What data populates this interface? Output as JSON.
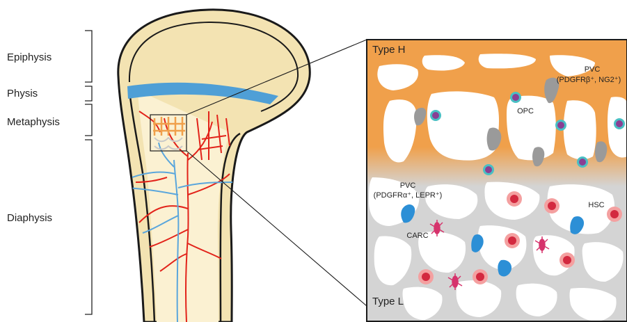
{
  "zones": {
    "epiphysis": "Epiphysis",
    "physis": "Physis",
    "metaphysis": "Metaphysis",
    "diaphysis": "Diaphysis"
  },
  "inset": {
    "type_h": "Type H",
    "type_l": "Type L",
    "pvc_top": "PVC",
    "pvc_top_markers": "(PDGFRβ⁺, NG2⁺)",
    "opc": "OPC",
    "pvc_left": "PVC",
    "pvc_left_markers": "(PDGFRα⁺, LEPR⁺)",
    "hsc": "HSC",
    "carc": "CARC"
  },
  "colors": {
    "bone_fill": "#f3e3b2",
    "cortex": "#1a1a1a",
    "growth_plate": "#4f9fd6",
    "artery": "#e2231a",
    "vein": "#5aa6dc",
    "type_h_trabecula": "#f0a04b",
    "type_l_trabecula": "#d2d2d2",
    "pericyte": "#9a9a9a",
    "opc_nucleus": "#8a3f93",
    "opc_halo": "#49bfc4",
    "hsc": "#d3293f",
    "hsc_halo": "#f4a0a0",
    "carc": "#d6336c",
    "pvc_blue": "#2c8fd6"
  }
}
